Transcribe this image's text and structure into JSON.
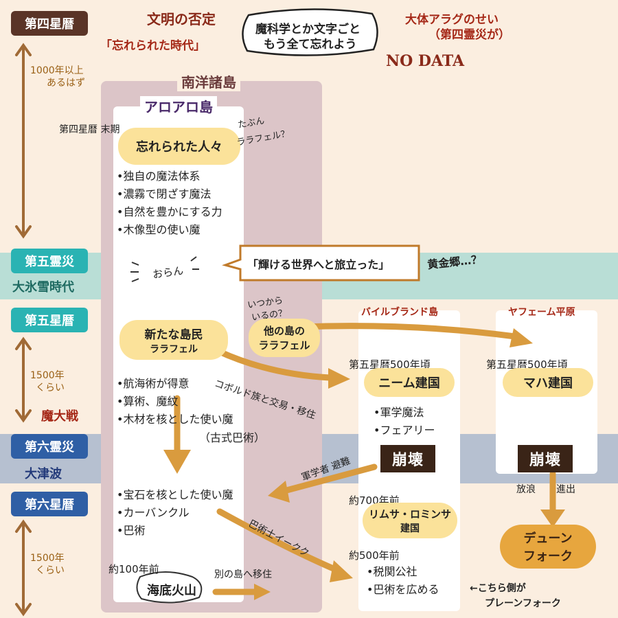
{
  "colors": {
    "background": "#fbeee0",
    "teal_band": "#b9ded6",
    "blue_band": "#b6c0d0",
    "island_panel": "#dcc5c8",
    "arrow": "#d99b3e",
    "pill": "#fbe29a",
    "red_text": "#a52817"
  },
  "eras": {
    "fourth_star": "第四星暦",
    "fifth_disaster": "第五霊災",
    "great_ice_age": "大氷雪時代",
    "fifth_star": "第五星暦",
    "demon_war": "魔大戦",
    "sixth_disaster": "第六霊災",
    "great_tsunami": "大津波",
    "sixth_star": "第六星暦"
  },
  "durations": {
    "d1_line1": "1000年以上",
    "d1_line2": "あるはず",
    "d2_line1": "1500年",
    "d2_line2": "くらい",
    "d3_line1": "1500年",
    "d3_line2": "くらい"
  },
  "header": {
    "denial": "文明の否定",
    "forgotten_era": "「忘れられた時代」",
    "bubble_line1": "魔科学とか文字ごと",
    "bubble_line2": "もう全て忘れよう",
    "blame_line1": "大体アラグのせい",
    "blame_line2": "（第四霊災が）",
    "no_data": "NO DATA"
  },
  "south_islands": {
    "title": "南洋諸島",
    "aloalo": "アロアロ島",
    "late_fourth": "第四星暦 末期",
    "forgotten_people": "忘れられた人々",
    "maybe_line1": "たぶん",
    "maybe_line2": "ララフェル？",
    "traits": [
      "•独自の魔法体系",
      "•濃霧で閉ざす魔法",
      "•自然を豊かにする力",
      "•木像型の使い魔"
    ],
    "gone": "おらん",
    "departed": "「輝ける世界へと旅立った」",
    "golden_land": "黄金郷…？",
    "since_line1": "いつから",
    "since_line2": "いるの？",
    "other_island_line1": "他の島の",
    "other_island_line2": "ララフェル",
    "new_people_line1": "新たな島民",
    "new_people_line2": "ララフェル",
    "kobold_trade": "コボルド族と交易・移住",
    "skills": [
      "•航海術が得意",
      "•算術、魔紋",
      "•木材を核とした使い魔"
    ],
    "old_art": "（古式巴術）",
    "new_skills": [
      "•宝石を核とした使い魔",
      "•カーバンクル",
      "•巴術"
    ],
    "ikuk": "巴術士イークク",
    "about_100": "約100年前",
    "volcano": "海底火山",
    "migrate": "別の島へ移住"
  },
  "bile_brand": {
    "title": "バイルブランド島",
    "date": "第五星暦500年頃",
    "nym_founding": "ニーム建国",
    "features": [
      "•軍学魔法",
      "•フェアリー"
    ],
    "collapse": "崩壊",
    "refuge": "軍学者 避難",
    "about_700": "約700年前",
    "limsa_line1": "リムサ・ロミンサ",
    "limsa_line2": "建国",
    "about_500": "約500年前",
    "limsa_items": [
      "•税関公社",
      "•巴術を広める"
    ]
  },
  "yafaem": {
    "title": "ヤフェーム平原",
    "date": "第五星暦500年頃",
    "mhach_founding": "マハ建国",
    "collapse": "崩壊",
    "wander": "放浪",
    "advance": "進出",
    "dune_line1": "デューン",
    "dune_line2": "フォーク"
  },
  "footnote_line1": "←こちら側が",
  "footnote_line2": "プレーンフォーク"
}
